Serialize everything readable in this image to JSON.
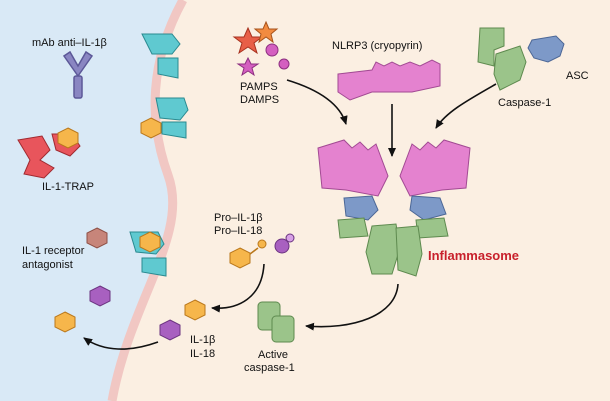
{
  "labels": {
    "mab": "mAb anti–IL-1β",
    "trap": "IL-1-TRAP",
    "ra1": "IL-1 receptor",
    "ra2": "antagonist",
    "pamps": "PAMPS",
    "damps": "DAMPS",
    "nlrp3": "NLRP3 (cryopyrin)",
    "asc": "ASC",
    "caspase1": "Caspase-1",
    "pro_il1b": "Pro–IL-1β",
    "pro_il18": "Pro–IL-18",
    "inflammasome": "Inflammasome",
    "il1b": "IL-1β",
    "il18": "IL-18",
    "active1": "Active",
    "active2": "caspase-1"
  },
  "colors": {
    "extracellular_bg": "#d9e9f6",
    "cytoplasm_bg": "#fbefe2",
    "membrane": "#f1c7c3",
    "receptor": "#5fc9d0",
    "nlrp3": "#e482cf",
    "asc": "#7d99c8",
    "caspase": "#9bc48a",
    "il1b": "#f6b64b",
    "il18": "#a860c0",
    "trap": "#e8555c",
    "antibody": "#8a86c2",
    "inflammasome_text": "#c8202b"
  }
}
